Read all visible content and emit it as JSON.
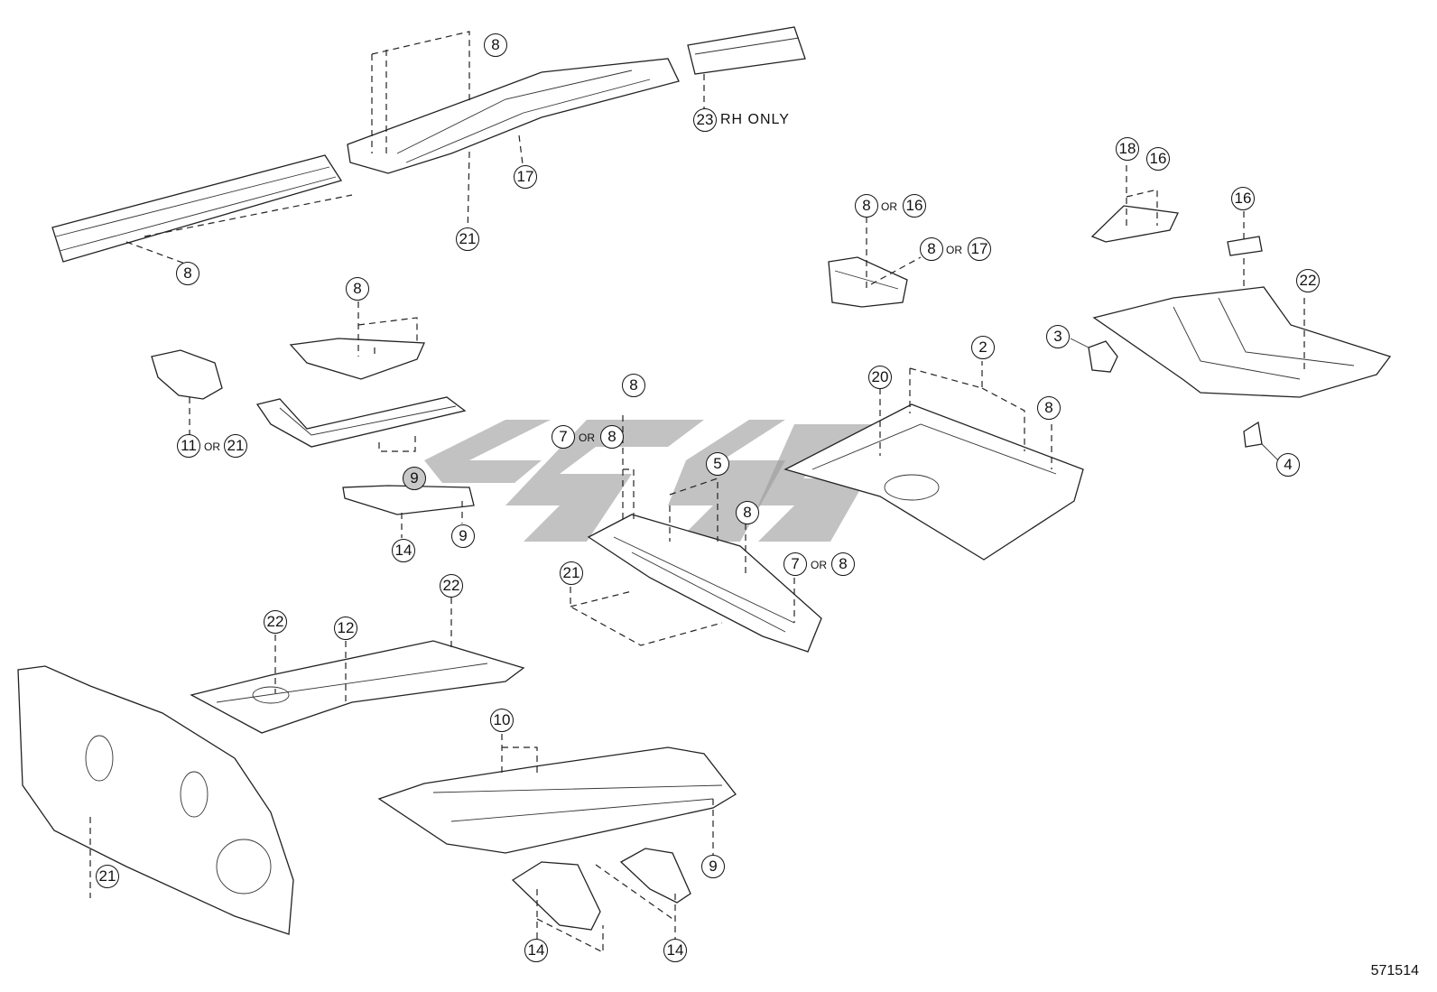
{
  "callouts": {
    "c_8_top": "8",
    "c_23": "23",
    "c_17": "17",
    "c_21_top": "21",
    "c_8_left": "8",
    "c_18": "18",
    "c_16_a": "16",
    "c_8_or16": "8",
    "c_16_b": "16",
    "c_8_or17": "8",
    "c_17_b": "17",
    "c_16_c": "16",
    "c_22_right": "22",
    "c_3": "3",
    "c_4": "4",
    "c_2": "2",
    "c_20": "20",
    "c_8_right": "8",
    "c_8_mid": "8",
    "c_11": "11",
    "c_21_or11": "21",
    "c_9_shaded": "9",
    "c_9_mid": "9",
    "c_14_mid": "14",
    "c_8_center": "8",
    "c_7_a": "7",
    "c_8_7a": "8",
    "c_5": "5",
    "c_8_center2": "8",
    "c_7_b": "7",
    "c_8_7b": "8",
    "c_21_center": "21",
    "c_22_left": "22",
    "c_12": "12",
    "c_22_mid": "22",
    "c_10": "10",
    "c_9_bottom": "9",
    "c_14_bl": "14",
    "c_14_br": "14",
    "c_21_bottom": "21"
  },
  "or_text": "OR",
  "rh_only": "RH ONLY",
  "diagram_id": "571514"
}
